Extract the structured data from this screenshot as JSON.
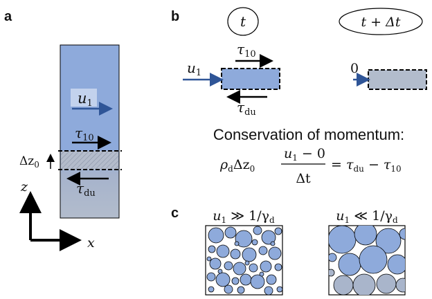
{
  "panels": {
    "a": "a",
    "b": "b",
    "c": "c"
  },
  "panel_a": {
    "velocity": "u",
    "velocity_sub": "1",
    "tau_top": "τ",
    "tau_top_sub": "10",
    "tau_bottom": "τ",
    "tau_bottom_sub": "du",
    "dz": "Δz",
    "dz_sub": "0",
    "axis_z": "z",
    "axis_x": "x"
  },
  "panel_b": {
    "time_left": "t",
    "time_right": "t + Δt",
    "inflow_left": "u",
    "inflow_left_sub": "1",
    "inflow_right": "0",
    "tau_top": "τ",
    "tau_top_sub": "10",
    "tau_bottom": "τ",
    "tau_bottom_sub": "du",
    "conservation_title": "Conservation of momentum:",
    "eq_lhs_prefix": "ρ",
    "eq_lhs_prefix_sub": "d",
    "eq_dz": "Δz",
    "eq_dz_sub": "0",
    "eq_numerator": "u",
    "eq_numerator_sub": "1",
    "eq_numerator_rest": " − 0",
    "eq_denominator": "Δt",
    "eq_rhs": "= τ",
    "eq_rhs_sub1": "du",
    "eq_rhs_mid": " − τ",
    "eq_rhs_sub2": "10"
  },
  "panel_c": {
    "left_label": "u",
    "left_label_sub": "1",
    "left_label_rest": " ≫ 1/γ",
    "left_label_sub2": "d",
    "right_label": "u",
    "right_label_sub": "1",
    "right_label_rest": " ≪ 1/γ",
    "right_label_sub2": "d"
  },
  "colors": {
    "blue": "#8eaadb",
    "blue_dark": "#2f5597",
    "grey_blue": "#aab4c8",
    "black": "#000000"
  }
}
